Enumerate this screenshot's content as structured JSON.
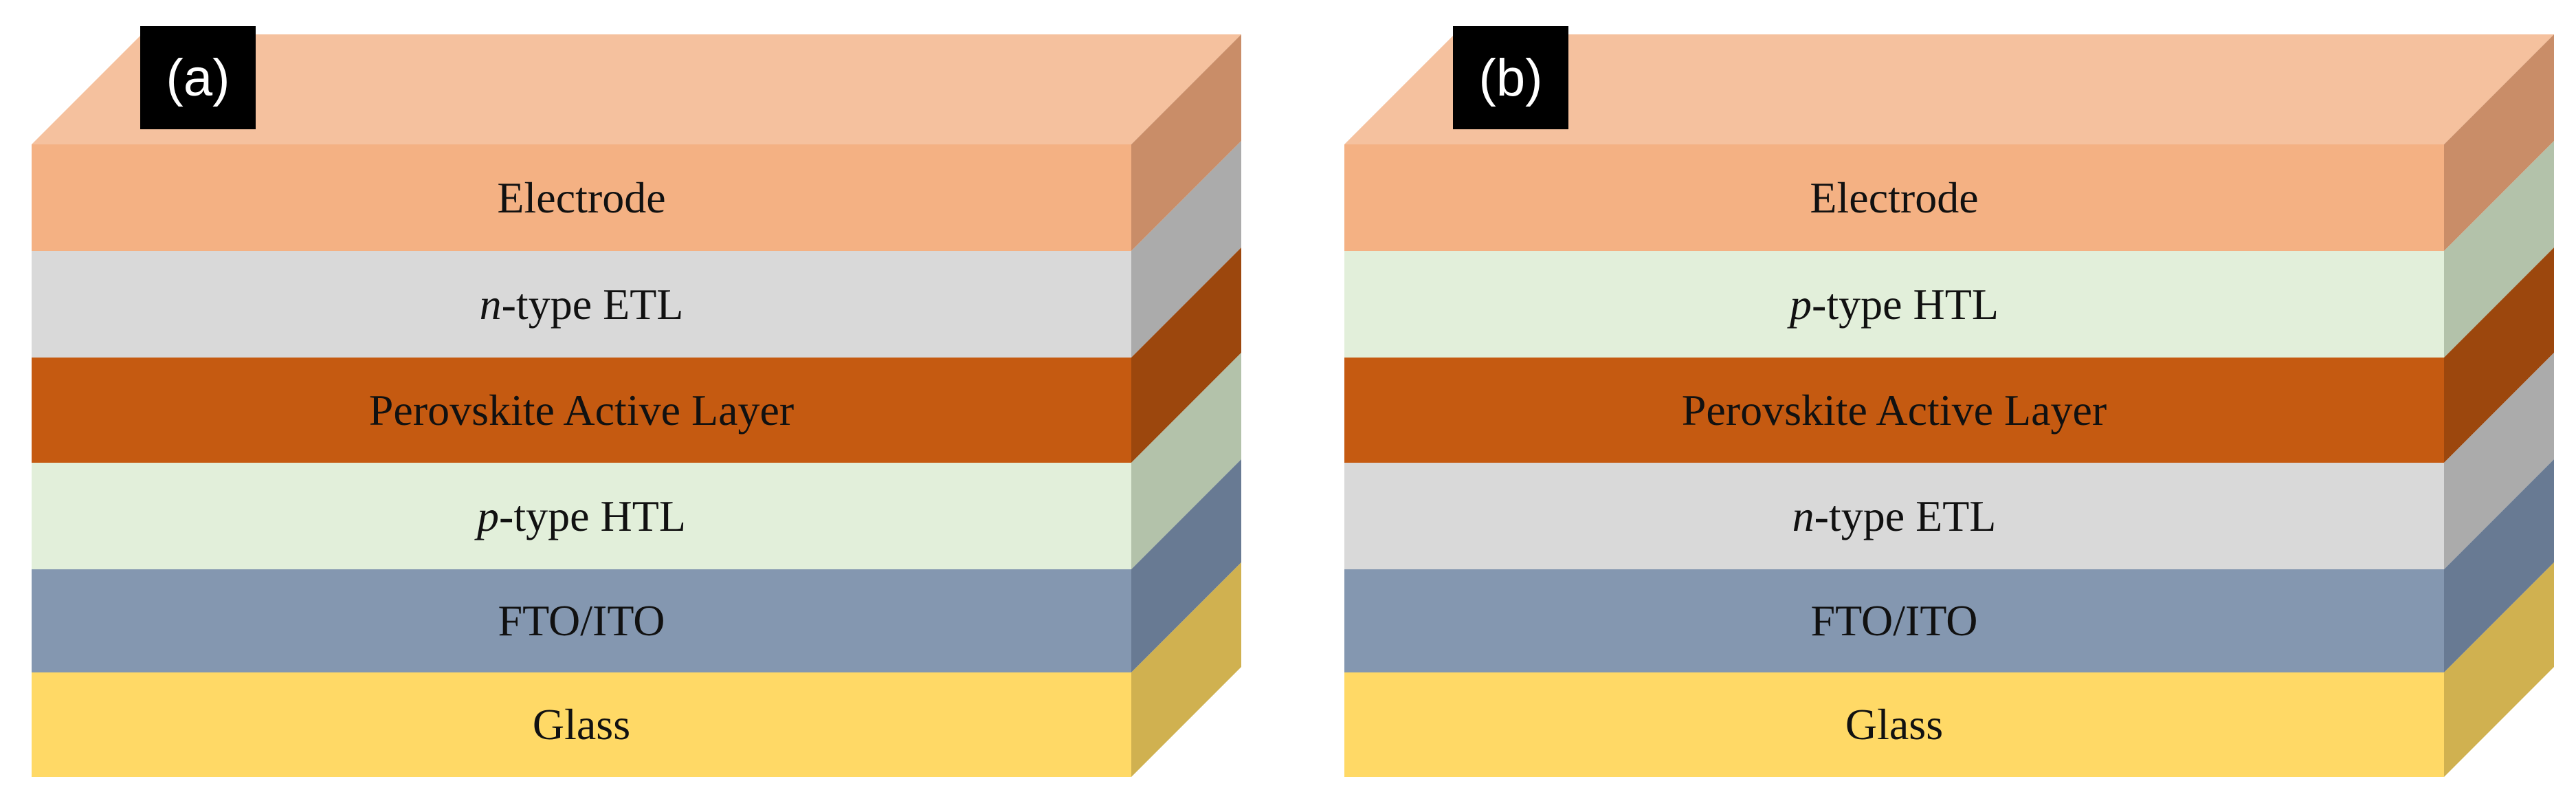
{
  "panels": [
    {
      "tag": "(a)",
      "layers": [
        {
          "prefix": "",
          "text": "Electrode",
          "front": "#F4B183",
          "side": "#C98D68"
        },
        {
          "prefix": "n",
          "text": "-type ETL",
          "front": "#D9D9D9",
          "side": "#ABABAB"
        },
        {
          "prefix": "",
          "text": "Perovskite Active Layer",
          "front": "#C55A11",
          "side": "#9C470D"
        },
        {
          "prefix": "p",
          "text": "-type HTL",
          "front": "#E2EFDA",
          "side": "#B3C2AA"
        },
        {
          "prefix": "",
          "text": "FTO/ITO",
          "front": "#8497B0",
          "side": "#687A93"
        },
        {
          "prefix": "",
          "text": "Glass",
          "front": "#FFD966",
          "side": "#D0B150"
        }
      ],
      "top_color": "#F5C19E"
    },
    {
      "tag": "(b)",
      "layers": [
        {
          "prefix": "",
          "text": "Electrode",
          "front": "#F4B183",
          "side": "#C98D68"
        },
        {
          "prefix": "p",
          "text": "-type HTL",
          "front": "#E2EFDA",
          "side": "#B3C2AA"
        },
        {
          "prefix": "",
          "text": "Perovskite Active Layer",
          "front": "#C55A11",
          "side": "#9C470D"
        },
        {
          "prefix": "n",
          "text": "-type ETL",
          "front": "#D9D9D9",
          "side": "#ABABAB"
        },
        {
          "prefix": "",
          "text": "FTO/ITO",
          "front": "#8497B0",
          "side": "#687A93"
        },
        {
          "prefix": "",
          "text": "Glass",
          "front": "#FFD966",
          "side": "#D0B150"
        }
      ],
      "top_color": "#F5C19E"
    }
  ]
}
